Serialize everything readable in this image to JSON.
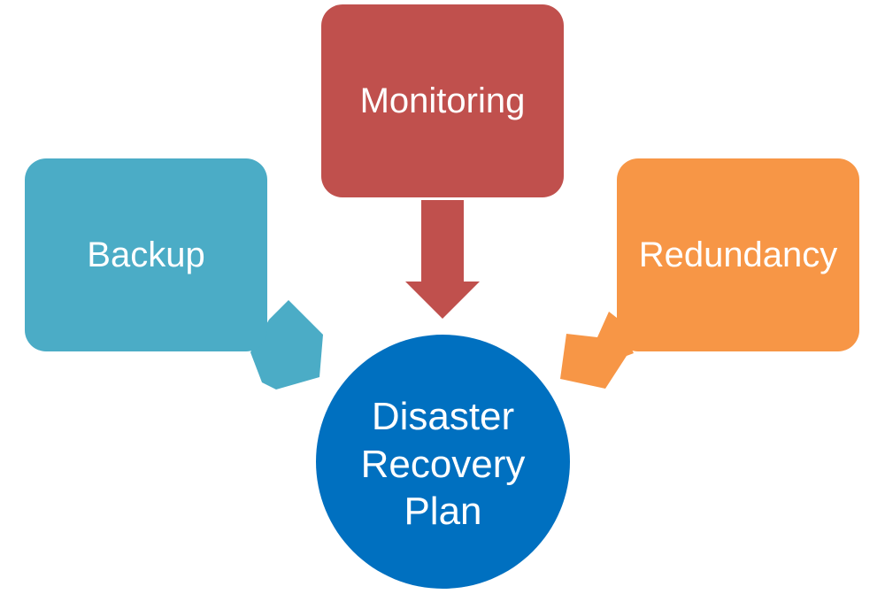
{
  "diagram": {
    "center": {
      "lines": [
        "Disaster",
        "Recovery",
        "Plan"
      ],
      "color": "#0070C0"
    },
    "nodes": [
      {
        "key": "backup",
        "label": "Backup",
        "color": "#4BACC6"
      },
      {
        "key": "monitoring",
        "label": "Monitoring",
        "color": "#C0504D"
      },
      {
        "key": "redundancy",
        "label": "Redundancy",
        "color": "#F79646"
      }
    ]
  }
}
